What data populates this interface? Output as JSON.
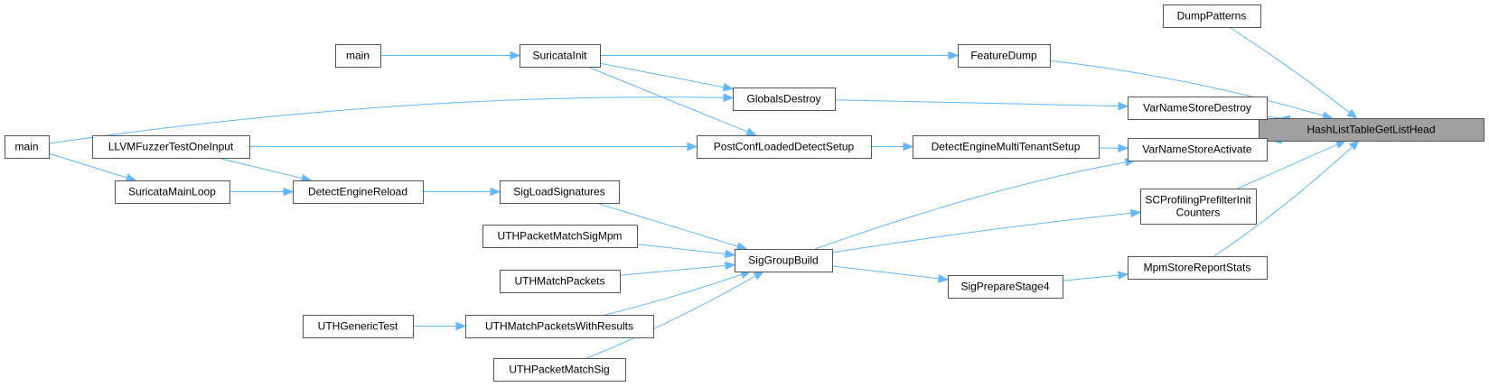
{
  "diagram": {
    "edge_color": "#63b8ff",
    "node_border_color": "#555555",
    "highlight_fill": "#a0a0a0",
    "nodes": [
      {
        "id": "target",
        "lines": [
          "HashListTableGetListHead"
        ],
        "highlight": true
      },
      {
        "id": "dump_patterns",
        "lines": [
          "DumpPatterns"
        ]
      },
      {
        "id": "feature_dump",
        "lines": [
          "FeatureDump"
        ]
      },
      {
        "id": "varname_destroy",
        "lines": [
          "VarNameStoreDestroy"
        ]
      },
      {
        "id": "varname_activate",
        "lines": [
          "VarNameStoreActivate"
        ]
      },
      {
        "id": "scprof",
        "lines": [
          "SCProfilingPrefilterInit",
          "Counters"
        ]
      },
      {
        "id": "mpm_report",
        "lines": [
          "MpmStoreReportStats"
        ]
      },
      {
        "id": "suricata_init",
        "lines": [
          "SuricataInit"
        ]
      },
      {
        "id": "globals_destroy",
        "lines": [
          "GlobalsDestroy"
        ]
      },
      {
        "id": "detect_mt_setup",
        "lines": [
          "DetectEngineMultiTenantSetup"
        ]
      },
      {
        "id": "sig_group_build",
        "lines": [
          "SigGroupBuild"
        ]
      },
      {
        "id": "sig_prepare4",
        "lines": [
          "SigPrepareStage4"
        ]
      },
      {
        "id": "main_top",
        "lines": [
          "main"
        ]
      },
      {
        "id": "main_left",
        "lines": [
          "main"
        ]
      },
      {
        "id": "postconf",
        "lines": [
          "PostConfLoadedDetectSetup"
        ]
      },
      {
        "id": "llvm_fuzzer",
        "lines": [
          "LLVMFuzzerTestOneInput"
        ]
      },
      {
        "id": "detect_reload",
        "lines": [
          "DetectEngineReload"
        ]
      },
      {
        "id": "suricata_mainloop",
        "lines": [
          "SuricataMainLoop"
        ]
      },
      {
        "id": "sig_load",
        "lines": [
          "SigLoadSignatures"
        ]
      },
      {
        "id": "uth_sigmpm",
        "lines": [
          "UTHPacketMatchSigMpm"
        ]
      },
      {
        "id": "uth_matchpackets",
        "lines": [
          "UTHMatchPackets"
        ]
      },
      {
        "id": "uth_withresults",
        "lines": [
          "UTHMatchPacketsWithResults"
        ]
      },
      {
        "id": "uth_generic",
        "lines": [
          "UTHGenericTest"
        ]
      },
      {
        "id": "uth_sig",
        "lines": [
          "UTHPacketMatchSig"
        ]
      }
    ],
    "edges": [
      {
        "from": "dump_patterns",
        "to": "target"
      },
      {
        "from": "feature_dump",
        "to": "target"
      },
      {
        "from": "varname_destroy",
        "to": "target"
      },
      {
        "from": "varname_activate",
        "to": "target"
      },
      {
        "from": "scprof",
        "to": "target"
      },
      {
        "from": "mpm_report",
        "to": "target"
      },
      {
        "from": "suricata_init",
        "to": "feature_dump"
      },
      {
        "from": "globals_destroy",
        "to": "varname_destroy"
      },
      {
        "from": "detect_mt_setup",
        "to": "varname_activate"
      },
      {
        "from": "sig_group_build",
        "to": "varname_activate"
      },
      {
        "from": "sig_group_build",
        "to": "scprof"
      },
      {
        "from": "sig_prepare4",
        "to": "mpm_report"
      },
      {
        "from": "main_top",
        "to": "suricata_init"
      },
      {
        "from": "suricata_init",
        "to": "globals_destroy"
      },
      {
        "from": "suricata_init",
        "to": "postconf"
      },
      {
        "from": "main_left",
        "to": "globals_destroy"
      },
      {
        "from": "postconf",
        "to": "detect_mt_setup"
      },
      {
        "from": "llvm_fuzzer",
        "to": "postconf"
      },
      {
        "from": "llvm_fuzzer",
        "to": "detect_reload"
      },
      {
        "from": "suricata_mainloop",
        "to": "detect_reload"
      },
      {
        "from": "main_left",
        "to": "suricata_mainloop"
      },
      {
        "from": "detect_reload",
        "to": "sig_load"
      },
      {
        "from": "sig_load",
        "to": "sig_group_build"
      },
      {
        "from": "uth_sigmpm",
        "to": "sig_group_build"
      },
      {
        "from": "uth_matchpackets",
        "to": "sig_group_build"
      },
      {
        "from": "uth_withresults",
        "to": "sig_group_build"
      },
      {
        "from": "uth_sig",
        "to": "sig_group_build"
      },
      {
        "from": "uth_generic",
        "to": "uth_withresults"
      },
      {
        "from": "sig_group_build",
        "to": "sig_prepare4"
      }
    ]
  }
}
